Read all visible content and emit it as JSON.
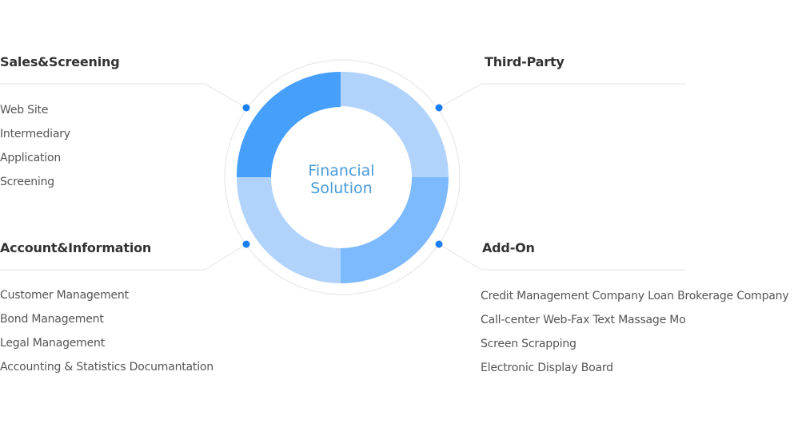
{
  "center": {
    "line1": "Financial",
    "line2": "Solution"
  },
  "quadrants": {
    "sales": {
      "title": "Sales&Screening",
      "items": [
        "Web Site",
        "Intermediary",
        "Application",
        "Screening"
      ]
    },
    "third_party": {
      "title": "Third-Party",
      "items": []
    },
    "account": {
      "title": "Account&Information",
      "items": [
        "Customer Management",
        "Bond Management",
        "Legal Management",
        "Accounting & Statistics Documantation"
      ]
    },
    "addon": {
      "title": "Add-On",
      "items": [
        "Credit Management Company Loan Brokerage Company",
        "Call-center Web-Fax Text Massage Mo",
        "Screen Scrapping",
        "Electronic Display Board"
      ]
    }
  },
  "colors": {
    "segment_dark": "#479ffc",
    "segment_medium": "#7dbafd",
    "segment_light": "#b1d3fb",
    "dot": "#1a7ff2",
    "connector": "#e3e3e3",
    "center_text": "#4a9bd8"
  }
}
